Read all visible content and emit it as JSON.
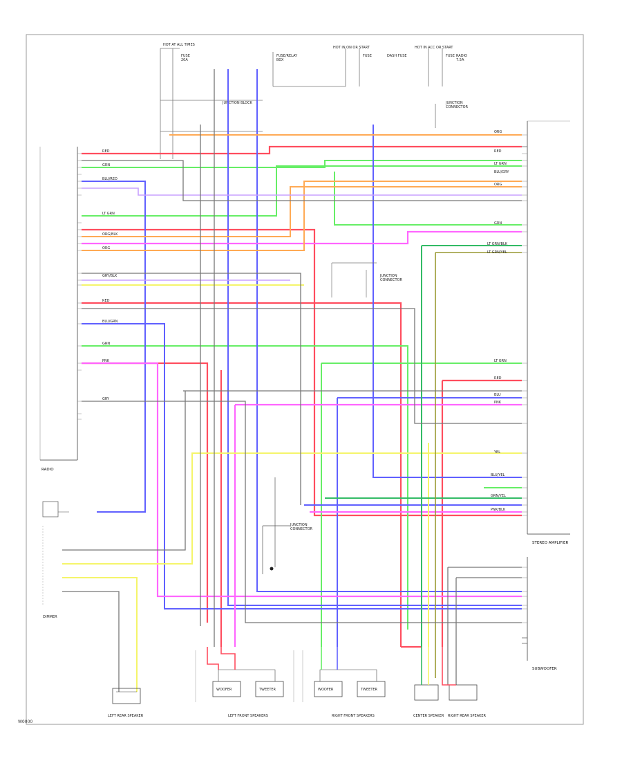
{
  "diagram": {
    "footer_code": "W0000",
    "colors": {
      "red": "#ff4d5e",
      "green": "#66ee66",
      "blue": "#6060ff",
      "pink": "#ff66ff",
      "orange": "#ffaa55",
      "yellow": "#f5f56a",
      "darkgreen": "#33bb66",
      "olive": "#999933",
      "lilac": "#c8a0ff",
      "gray": "#777777",
      "frame": "#888888"
    },
    "components": [
      {
        "id": "radio",
        "label": "RADIO"
      },
      {
        "id": "amp",
        "label": "STEREO AMPLIFIER"
      },
      {
        "id": "sub",
        "label": "SUBWOOFER"
      },
      {
        "id": "dimmer",
        "label": "DIMMER"
      },
      {
        "id": "lf",
        "label": "LEFT FRONT SPEAKERS"
      },
      {
        "id": "rf",
        "label": "RIGHT FRONT SPEAKERS"
      },
      {
        "id": "lr",
        "label": "LEFT REAR SPEAKER"
      },
      {
        "id": "center",
        "label": "CENTER SPEAKER"
      },
      {
        "id": "rr",
        "label": "RIGHT REAR SPEAKER"
      }
    ],
    "speakers": {
      "woofer": "WOOFER",
      "tweeter": "TWEETER"
    }
  }
}
